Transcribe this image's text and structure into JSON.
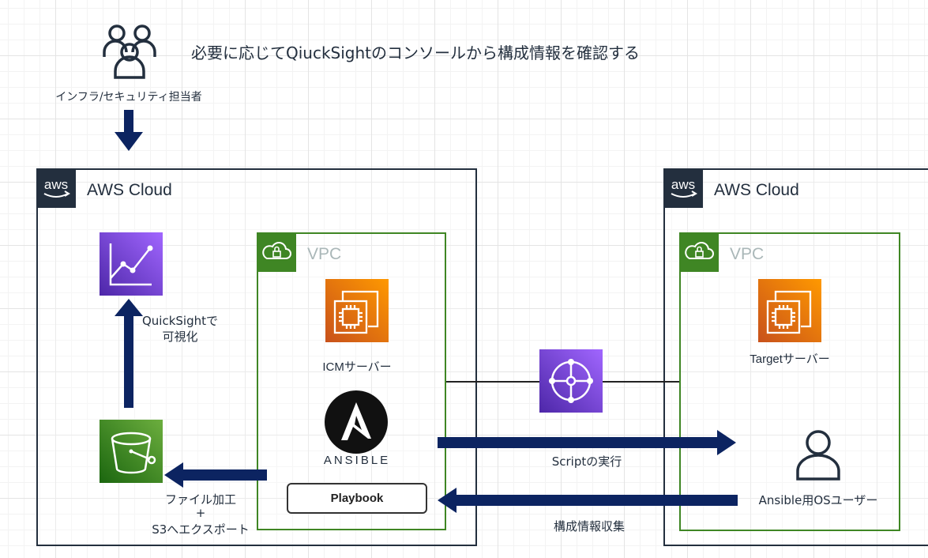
{
  "header": {
    "title": "必要に応じてQiuckSightのコンソールから構成情報を確認する",
    "actor_label": "インフラ/セキュリティ担当者"
  },
  "left_cloud": {
    "title": "AWS Cloud",
    "badge_text": "aws",
    "vpc_title": "VPC",
    "quicksight_label_line1": "QuickSightで",
    "quicksight_label_line2": "可視化",
    "icm_server_label": "ICMサーバー",
    "ansible_label": "ANSIBLE",
    "playbook_label": "Playbook",
    "export_line1": "ファイル加工",
    "export_line2": "+",
    "export_line3": "S3へエクスポート"
  },
  "right_cloud": {
    "title": "AWS Cloud",
    "badge_text": "aws",
    "vpc_title": "VPC",
    "target_server_label": "Targetサーバー",
    "ansible_user_label": "Ansible用OSユーザー"
  },
  "connections": {
    "script_exec_label": "Scriptの実行",
    "collect_label": "構成情報収集"
  },
  "colors": {
    "arrow": "#0c2461",
    "aws_dark": "#232f3e",
    "vpc_green": "#3f8624",
    "ec2_orange": "#e7701c",
    "quicksight_purple": "#6a3dd6",
    "s3_green": "#3e8a1c",
    "tgw_purple": "#7b44e0"
  },
  "icons": [
    "users-icon",
    "aws-logo-icon",
    "vpc-cloud-lock-icon",
    "quicksight-icon",
    "s3-bucket-icon",
    "ec2-instance-icon",
    "ansible-logo-icon",
    "transit-gateway-icon",
    "user-icon"
  ]
}
